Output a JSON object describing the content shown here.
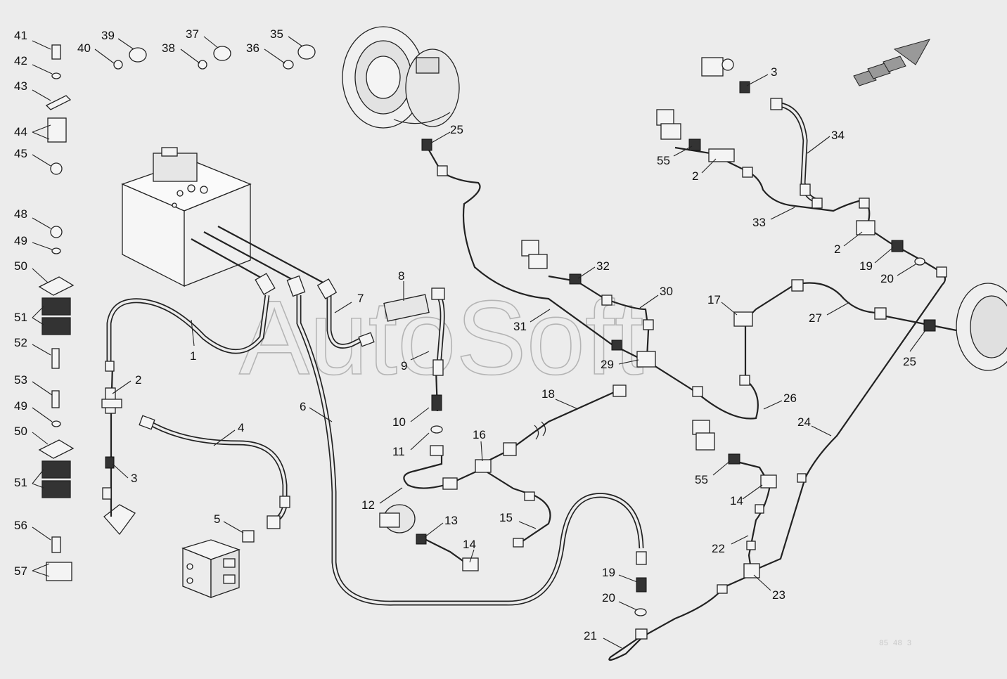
{
  "watermark": "AutoSoft",
  "callouts": [
    {
      "id": "c41",
      "text": "41"
    },
    {
      "id": "c42",
      "text": "42"
    },
    {
      "id": "c43",
      "text": "43"
    },
    {
      "id": "c44",
      "text": "44"
    },
    {
      "id": "c45",
      "text": "45"
    },
    {
      "id": "c48",
      "text": "48"
    },
    {
      "id": "c49a",
      "text": "49"
    },
    {
      "id": "c50a",
      "text": "50"
    },
    {
      "id": "c51a",
      "text": "51"
    },
    {
      "id": "c52",
      "text": "52"
    },
    {
      "id": "c53",
      "text": "53"
    },
    {
      "id": "c49b",
      "text": "49"
    },
    {
      "id": "c50b",
      "text": "50"
    },
    {
      "id": "c51b",
      "text": "51"
    },
    {
      "id": "c56",
      "text": "56"
    },
    {
      "id": "c57",
      "text": "57"
    },
    {
      "id": "c39",
      "text": "39"
    },
    {
      "id": "c40",
      "text": "40"
    },
    {
      "id": "c37",
      "text": "37"
    },
    {
      "id": "c38",
      "text": "38"
    },
    {
      "id": "c35",
      "text": "35"
    },
    {
      "id": "c36",
      "text": "36"
    },
    {
      "id": "c25a",
      "text": "25"
    },
    {
      "id": "c3a",
      "text": "3"
    },
    {
      "id": "c34",
      "text": "34"
    },
    {
      "id": "c55a",
      "text": "55"
    },
    {
      "id": "c2a",
      "text": "2"
    },
    {
      "id": "c33",
      "text": "33"
    },
    {
      "id": "c2b",
      "text": "2"
    },
    {
      "id": "c19a",
      "text": "19"
    },
    {
      "id": "c20a",
      "text": "20"
    },
    {
      "id": "c32",
      "text": "32"
    },
    {
      "id": "c30",
      "text": "30"
    },
    {
      "id": "c17",
      "text": "17"
    },
    {
      "id": "c27",
      "text": "27"
    },
    {
      "id": "c31",
      "text": "31"
    },
    {
      "id": "c29",
      "text": "29"
    },
    {
      "id": "c25b",
      "text": "25"
    },
    {
      "id": "c8",
      "text": "8"
    },
    {
      "id": "c7",
      "text": "7"
    },
    {
      "id": "c1",
      "text": "1"
    },
    {
      "id": "c9",
      "text": "9"
    },
    {
      "id": "c2c",
      "text": "2"
    },
    {
      "id": "c18",
      "text": "18"
    },
    {
      "id": "c26",
      "text": "26"
    },
    {
      "id": "c6",
      "text": "6"
    },
    {
      "id": "c10",
      "text": "10"
    },
    {
      "id": "c4",
      "text": "4"
    },
    {
      "id": "c24",
      "text": "24"
    },
    {
      "id": "c11",
      "text": "11"
    },
    {
      "id": "c16",
      "text": "16"
    },
    {
      "id": "c3b",
      "text": "3"
    },
    {
      "id": "c55b",
      "text": "55"
    },
    {
      "id": "c14a",
      "text": "14"
    },
    {
      "id": "c12",
      "text": "12"
    },
    {
      "id": "c5",
      "text": "5"
    },
    {
      "id": "c13",
      "text": "13"
    },
    {
      "id": "c15",
      "text": "15"
    },
    {
      "id": "c14b",
      "text": "14"
    },
    {
      "id": "c22",
      "text": "22"
    },
    {
      "id": "c19b",
      "text": "19"
    },
    {
      "id": "c23",
      "text": "23"
    },
    {
      "id": "c20b",
      "text": "20"
    },
    {
      "id": "c21",
      "text": "21"
    }
  ],
  "ref_code": "85 48 3 "
}
